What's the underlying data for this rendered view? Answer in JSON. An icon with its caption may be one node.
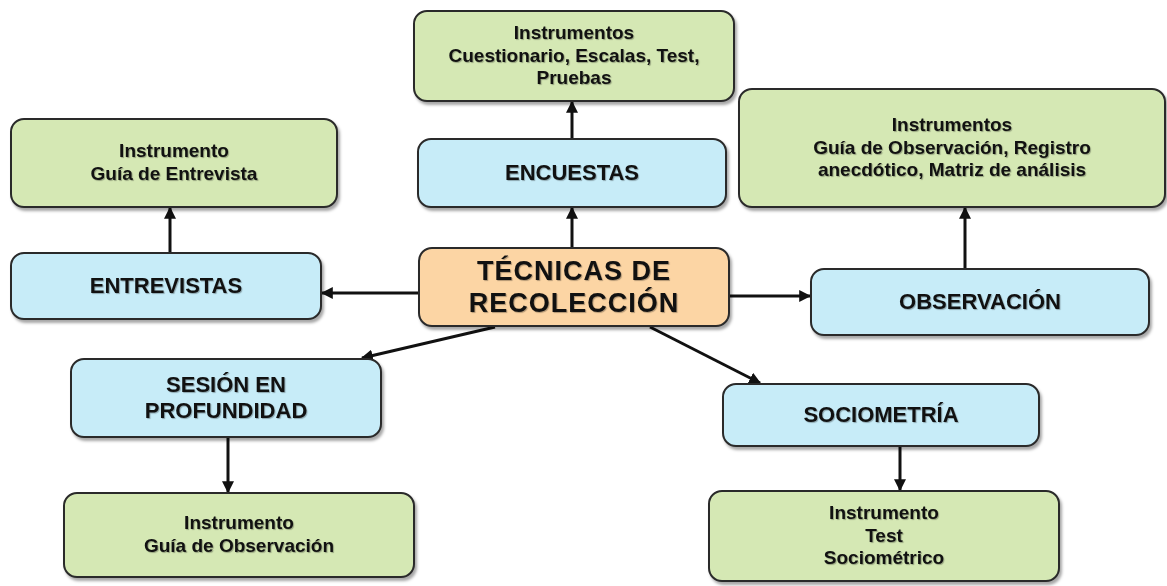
{
  "diagram": {
    "nodes": [
      {
        "text": [
          "TÉCNICAS DE RECOLECCIÓN"
        ]
      },
      {
        "text": [
          "ENCUESTAS"
        ]
      },
      {
        "text": [
          "Instrumentos",
          "Cuestionario, Escalas, Test, Pruebas"
        ]
      },
      {
        "text": [
          "ENTREVISTAS"
        ]
      },
      {
        "text": [
          "Instrumento",
          "Guía de Entrevista"
        ]
      },
      {
        "text": [
          "OBSERVACIÓN"
        ]
      },
      {
        "text": [
          "Instrumentos",
          "Guía de Observación, Registro anecdótico, Matriz de análisis"
        ]
      },
      {
        "text": [
          "SESIÓN EN PROFUNDIDAD"
        ]
      },
      {
        "text": [
          "Instrumento",
          "Guía de Observación"
        ]
      },
      {
        "text": [
          "SOCIOMETRÍA"
        ]
      },
      {
        "text": [
          "Instrumento",
          "Test Sociométrico"
        ]
      }
    ],
    "edges": [
      {
        "from": 0,
        "to": 1,
        "arrow": "to"
      },
      {
        "from": 1,
        "to": 2,
        "arrow": "to"
      },
      {
        "from": 0,
        "to": 3,
        "arrow": "to"
      },
      {
        "from": 3,
        "to": 4,
        "arrow": "to"
      },
      {
        "from": 0,
        "to": 5,
        "arrow": "to"
      },
      {
        "from": 5,
        "to": 6,
        "arrow": "to"
      },
      {
        "from": 0,
        "to": 7,
        "arrow": "to"
      },
      {
        "from": 7,
        "to": 8,
        "arrow": "to"
      },
      {
        "from": 0,
        "to": 9,
        "arrow": "to"
      },
      {
        "from": 9,
        "to": 10,
        "arrow": "to"
      }
    ]
  }
}
